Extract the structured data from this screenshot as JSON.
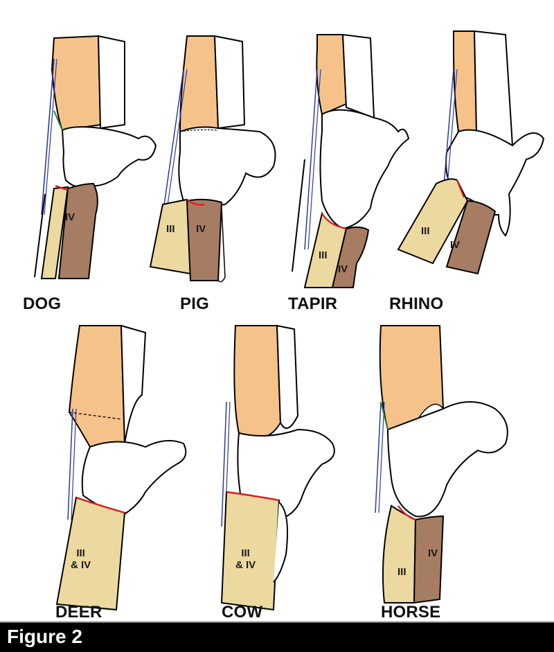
{
  "figure": {
    "title": "Figure 2",
    "colors": {
      "radius": "#f5c38a",
      "metacarpal_iii": "#ecd9a0",
      "metacarpal_iv": "#a67c63",
      "ligament": "#2b3aa0",
      "joint_line": "#e11b1b",
      "green_edge": "#2f7a2f",
      "outline": "#000000",
      "footer_bg": "#000000",
      "footer_text": "#ffffff"
    },
    "panels": [
      {
        "species": "DOG",
        "bones": [
          "IV"
        ]
      },
      {
        "species": "PIG",
        "bones": [
          "III",
          "IV"
        ]
      },
      {
        "species": "TAPIR",
        "bones": [
          "III",
          "IV"
        ]
      },
      {
        "species": "RHINO",
        "bones": [
          "III",
          "IV"
        ]
      },
      {
        "species": "DEER",
        "bones": [
          "III\n& IV"
        ]
      },
      {
        "species": "COW",
        "bones": [
          "III\n& IV"
        ]
      },
      {
        "species": "HORSE",
        "bones": [
          "IV",
          "III"
        ]
      }
    ]
  },
  "labels": {
    "dog": "DOG",
    "pig": "PIG",
    "tapir": "TAPIR",
    "rhino": "RHINO",
    "deer": "DEER",
    "cow": "COW",
    "horse": "HORSE",
    "iii": "III",
    "iv": "IV",
    "iii_iv_1": "III",
    "iii_iv_2": "& IV"
  }
}
